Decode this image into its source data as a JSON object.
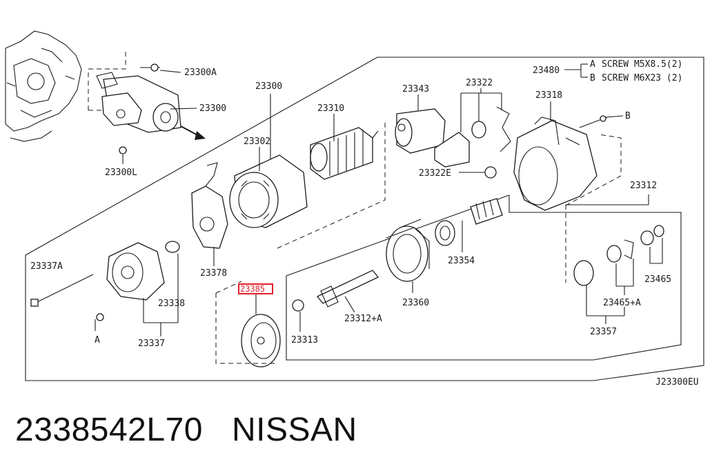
{
  "caption": {
    "part_number": "2338542L70",
    "brand": "NISSAN"
  },
  "diagram_code": "J23300EU",
  "highlight_color": "#e0202a",
  "screw_legend": {
    "ref": "23480",
    "a": {
      "letter": "A",
      "text": "SCREW M5X8.5(2)"
    },
    "b": {
      "letter": "B",
      "text": "SCREW M6X23 (2)"
    }
  },
  "labels": {
    "p23300A": "23300A",
    "p23300": "23300",
    "p23300L": "23300L",
    "p23300_main": "23300",
    "p23310": "23310",
    "p23302": "23302",
    "p23343": "23343",
    "p23322": "23322",
    "p23318": "23318",
    "p23322E": "23322E",
    "p23312": "23312",
    "p23378": "23378",
    "p23337A": "23337A",
    "p23338": "23338",
    "p23337": "23337",
    "p23385": "23385",
    "p23313": "23313",
    "p23312A": "23312+A",
    "p23354": "23354",
    "p23360": "23360",
    "p23465": "23465",
    "p23465A": "23465+A",
    "p23357": "23357",
    "ref_a": "A",
    "ref_b": "B"
  }
}
